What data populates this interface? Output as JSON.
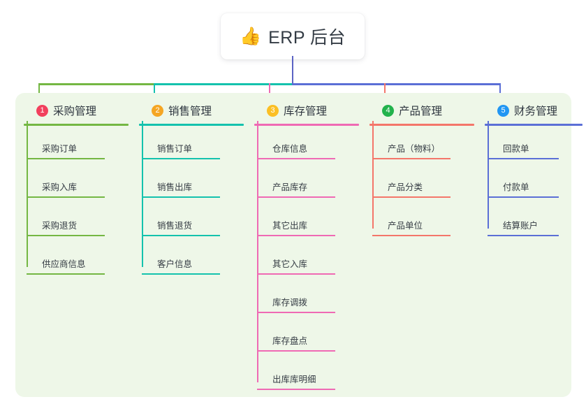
{
  "root": {
    "emoji": "👍",
    "emoji_name": "thumbs-up-icon",
    "title": "ERP 后台"
  },
  "colors": {
    "panel_bg": "#eef7e8",
    "root_line": "#5b63c4",
    "col1": "#74b743",
    "col2": "#14c2ad",
    "col3": "#ef6ab4",
    "col4": "#f4766a",
    "col5": "#5b6fd6",
    "badge1": "#f2405d",
    "badge2": "#f5a623",
    "badge3": "#fbbf24",
    "badge4": "#22b24c",
    "badge5": "#2196f3",
    "text": "#353c44"
  },
  "columns": [
    {
      "number": "1",
      "title": "采购管理",
      "badge_color": "#f2405d",
      "line_color": "#74b743",
      "items": [
        {
          "label": "采购订单"
        },
        {
          "label": "采购入库"
        },
        {
          "label": "采购退货"
        },
        {
          "label": "供应商信息"
        }
      ]
    },
    {
      "number": "2",
      "title": "销售管理",
      "badge_color": "#f5a623",
      "line_color": "#14c2ad",
      "items": [
        {
          "label": "销售订单"
        },
        {
          "label": "销售出库"
        },
        {
          "label": "销售退货"
        },
        {
          "label": "客户信息"
        }
      ]
    },
    {
      "number": "3",
      "title": "库存管理",
      "badge_color": "#fbbf24",
      "line_color": "#ef6ab4",
      "items": [
        {
          "label": "仓库信息"
        },
        {
          "label": "产品库存"
        },
        {
          "label": "其它出库"
        },
        {
          "label": "其它入库"
        },
        {
          "label": "库存调拨"
        },
        {
          "label": "库存盘点"
        },
        {
          "label": "出库库明细"
        }
      ]
    },
    {
      "number": "4",
      "title": "产品管理",
      "badge_color": "#22b24c",
      "line_color": "#f4766a",
      "items": [
        {
          "label": "产品（物料）"
        },
        {
          "label": "产品分类"
        },
        {
          "label": "产品单位"
        }
      ]
    },
    {
      "number": "5",
      "title": "财务管理",
      "badge_color": "#2196f3",
      "line_color": "#5b6fd6",
      "items": [
        {
          "label": "回款单"
        },
        {
          "label": "付款单"
        },
        {
          "label": "结算账户"
        }
      ]
    }
  ]
}
